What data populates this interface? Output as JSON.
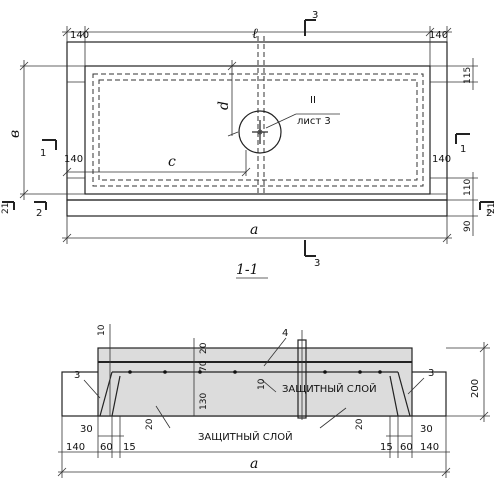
{
  "plan": {
    "dim_140_tl": "140",
    "dim_l": "ℓ",
    "dim_140_tr": "140",
    "dim_115": "115",
    "dim_d": "d",
    "roman_II": "II",
    "sheet_3": "лист 3",
    "dim_b": "в",
    "dim_140_ml": "140",
    "dim_c": "c",
    "dim_140_mr": "140",
    "dim_110": "110",
    "dim_21_l": "21",
    "dim_21_r": "21",
    "dim_a": "a",
    "dim_90": "90",
    "sec_1_left": "1",
    "sec_1_right": "1",
    "sec_2_left": "2",
    "sec_2_right": "2",
    "sec_3_top": "3",
    "sec_3_bottom": "3"
  },
  "section_title": "1-1",
  "section": {
    "dim_10_top": "10",
    "dim_20_top": "20",
    "dim_70": "70",
    "dim_10_mid": "10",
    "dim_130": "130",
    "mark_4": "4",
    "mark_3_left": "3",
    "mark_3_right": "3",
    "dim_200": "200",
    "cover_label_top": "ЗАЩИТНЫЙ СЛОЙ",
    "cover_label_bottom": "ЗАЩИТНЫЙ СЛОЙ",
    "dim_20_left": "20",
    "dim_20_right": "20",
    "dim_30_left": "30",
    "dim_30_right": "30",
    "dim_140_left": "140",
    "dim_60_left": "60",
    "dim_15_left": "15",
    "dim_15_right": "15",
    "dim_60_right": "60",
    "dim_140_right": "140",
    "dim_a": "a"
  }
}
